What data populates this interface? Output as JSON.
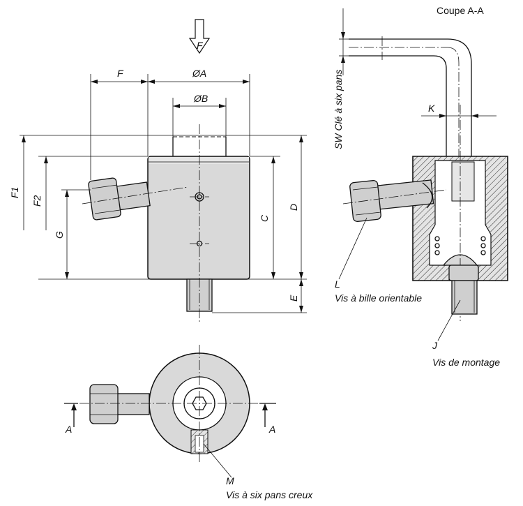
{
  "labels": {
    "section_title": "Coupe A-A",
    "force": "F",
    "dim_f": "F",
    "dim_a": "ØA",
    "dim_b": "ØB",
    "dim_c": "C",
    "dim_d": "D",
    "dim_e": "E",
    "dim_f1": "F1",
    "dim_f2": "F2",
    "dim_g": "G",
    "dim_k": "K",
    "sw": "SW Clé à six pans",
    "section_a_left": "A",
    "section_a_right": "A",
    "callout_l": "L",
    "callout_l_text": "Vis à bille orientable",
    "callout_j": "J",
    "callout_j_text": "Vis de montage",
    "callout_m": "M",
    "callout_m_text": "Vis à six pans creux"
  },
  "colors": {
    "line": "#111111",
    "fill": "#d9d9d9",
    "background": "#ffffff"
  }
}
